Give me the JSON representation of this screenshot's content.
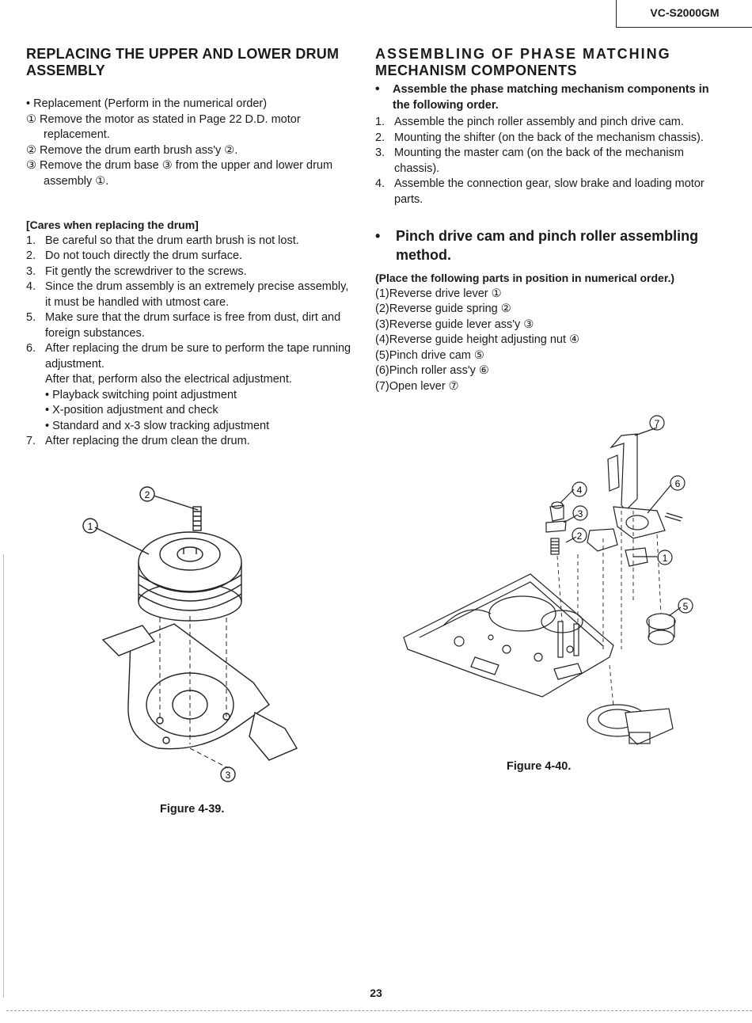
{
  "header": {
    "model": "VC-S2000GM"
  },
  "left": {
    "title_line1": "REPLACING THE UPPER AND LOWER DRUM",
    "title_line2": "ASSEMBLY",
    "intro": "• Replacement (Perform in the numerical order)",
    "steps": [
      "① Remove the motor as stated in Page 22 D.D. motor replacement.",
      "② Remove the drum earth brush ass'y ②.",
      "③ Remove the drum base ③ from the upper and lower drum assembly ①."
    ],
    "cares_heading": "[Cares when replacing the drum]",
    "cares": [
      {
        "n": "1.",
        "t": "Be careful so that the drum earth brush is not lost."
      },
      {
        "n": "2.",
        "t": "Do not touch directly the drum surface."
      },
      {
        "n": "3.",
        "t": "Fit gently the screwdriver to the screws."
      },
      {
        "n": "4.",
        "t": "Since the drum assembly is an extremely precise assembly, it must be handled with utmost care."
      },
      {
        "n": "5.",
        "t": "Make sure that the drum surface is free from dust, dirt and foreign substances."
      },
      {
        "n": "6.",
        "t": "After replacing the drum  be sure to perform the tape running adjustment."
      }
    ],
    "care6_after": "After that, perform also the electrical adjustment.",
    "care6_items": [
      "• Playback switching point adjustment",
      "• X-position adjustment and check",
      "• Standard and x-3 slow tracking adjustment"
    ],
    "care7": {
      "n": "7.",
      "t": "After replacing the drum clean the drum."
    },
    "figure_caption": "Figure 4-39.",
    "figure_callouts": [
      "①",
      "②",
      "③"
    ]
  },
  "right": {
    "title_line1": "ASSEMBLING OF PHASE MATCHING",
    "title_line2": "MECHANISM COMPONENTS",
    "bullet": "Assemble the phase matching mechanism components in the following order.",
    "steps": [
      {
        "n": "1.",
        "t": "Assemble the pinch roller assembly and pinch drive cam."
      },
      {
        "n": "2.",
        "t": "Mounting the shifter (on the back of the mechanism chassis)."
      },
      {
        "n": "3.",
        "t": "Mounting the master cam (on the back of the mechanism chassis)."
      },
      {
        "n": "4.",
        "t": "Assemble the connection gear, slow brake and loading motor parts."
      }
    ],
    "section2_title": "Pinch drive cam and pinch roller assembling method.",
    "place_note": "(Place the following parts in position in numerical order.)",
    "parts": [
      "(1)Reverse drive lever ①",
      "(2)Reverse guide spring ②",
      "(3)Reverse guide lever ass'y ③",
      "(4)Reverse guide height adjusting nut ④",
      "(5)Pinch drive cam ⑤",
      "(6)Pinch roller ass'y ⑥",
      "(7)Open lever ⑦"
    ],
    "figure_caption": "Figure 4-40.",
    "figure_callouts": [
      "①",
      "②",
      "③",
      "④",
      "⑤",
      "⑥",
      "⑦"
    ]
  },
  "footer": {
    "page_number": "23"
  }
}
